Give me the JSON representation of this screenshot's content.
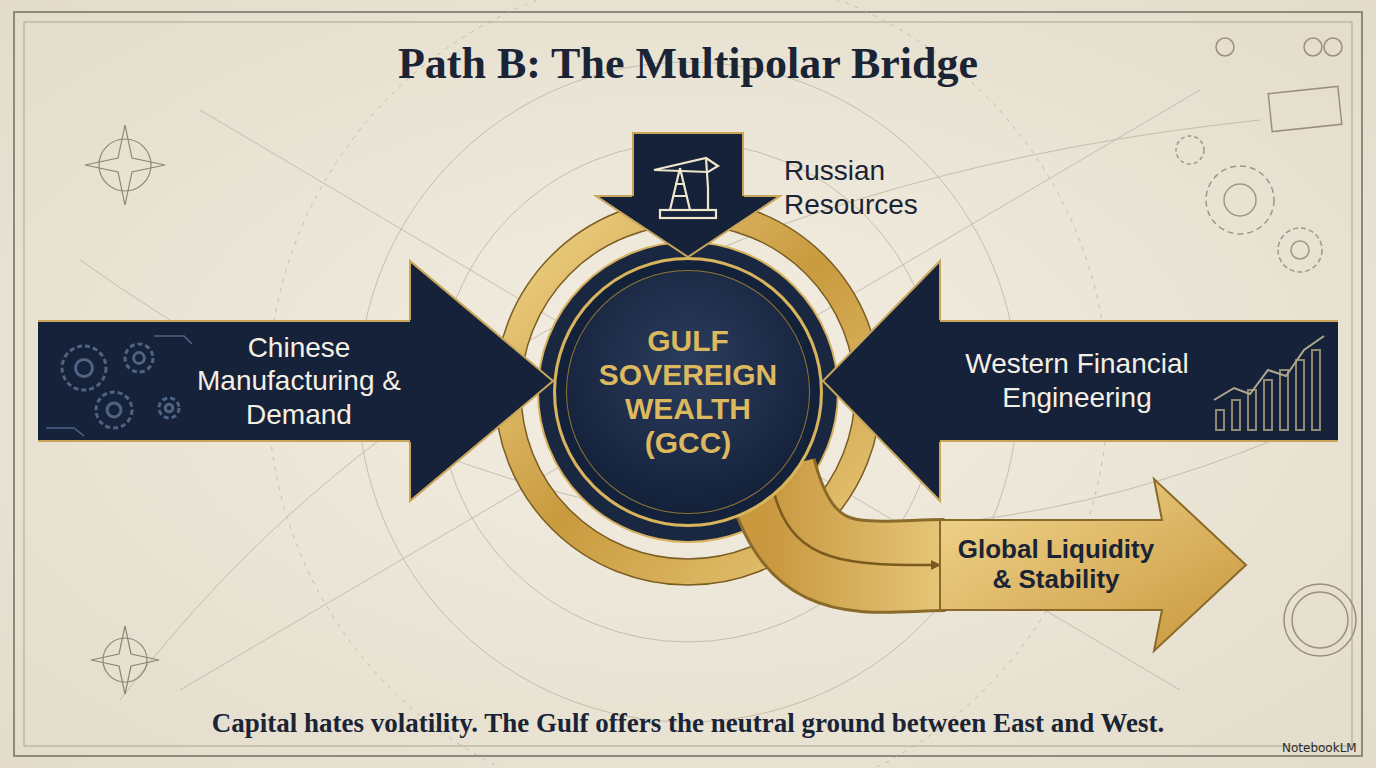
{
  "diagram": {
    "title": "Path B: The Multipolar Bridge",
    "caption": "Capital hates volatility. The Gulf offers the neutral ground between East and West.",
    "nodes": [
      {
        "text": [
          "Russian Resources"
        ]
      },
      {
        "text": [
          "Chinese Manufacturing & Demand"
        ]
      },
      {
        "text": [
          "GULF SOVEREIGN WEALTH (GCC)"
        ]
      },
      {
        "text": [
          "Western Financial Engineering"
        ]
      },
      {
        "text": [
          "Global Liquidity & Stability"
        ]
      }
    ],
    "edges": [
      {
        "from": 0,
        "to": 2,
        "arrow": "to"
      },
      {
        "from": 1,
        "to": 2,
        "arrow": "to"
      },
      {
        "from": 3,
        "to": 2,
        "arrow": "to"
      },
      {
        "from": 2,
        "to": 4,
        "arrow": "to"
      }
    ],
    "labels": [
      "NotebookLM"
    ]
  }
}
